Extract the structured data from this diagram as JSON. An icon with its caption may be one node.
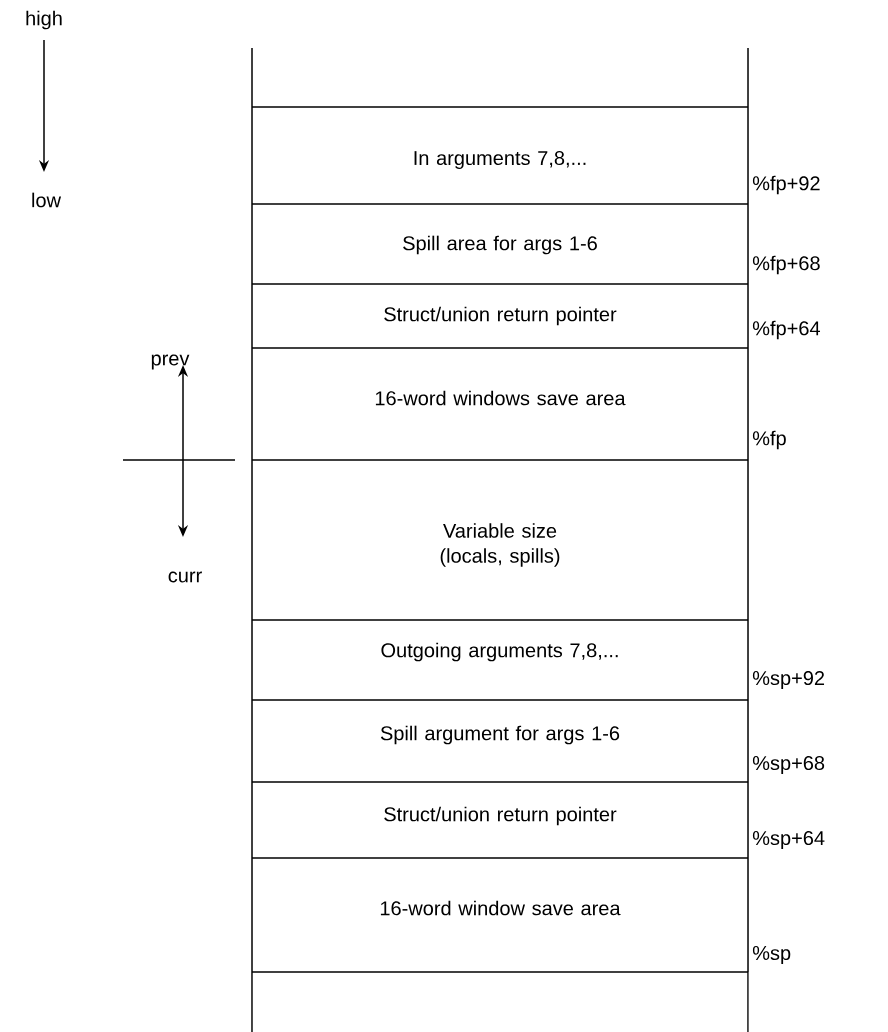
{
  "diagram": {
    "nodes": [
      {
        "text": [],
        "shape": "box"
      },
      {
        "text": [
          "In arguments 7,8,..."
        ]
      },
      {
        "text": [
          "Spill area for args 1-6"
        ]
      },
      {
        "text": [
          "Struct/union return pointer"
        ]
      },
      {
        "text": [
          "16-word windows save area"
        ]
      },
      {
        "text": [
          "Variable size (locals, spills)"
        ]
      },
      {
        "text": [
          "Outgoing arguments 7,8,..."
        ]
      },
      {
        "text": [
          "Spill argument for args 1-6"
        ]
      },
      {
        "text": [
          "Struct/union return pointer"
        ]
      },
      {
        "text": [
          "16-word window save area"
        ]
      },
      {
        "text": [],
        "shape": "box"
      }
    ],
    "labels": [
      "high",
      "low",
      "%fp+92",
      "%fp+68",
      "%fp+64",
      "prev",
      "%fp",
      "curr",
      "%sp+92",
      "%sp+68",
      "%sp+64",
      "%sp"
    ]
  }
}
